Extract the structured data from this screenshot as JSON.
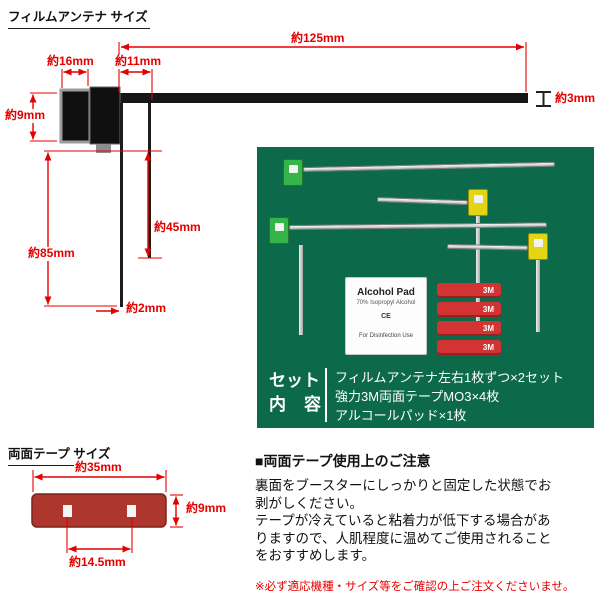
{
  "film_section": {
    "title": "フィルムアンテナ サイズ",
    "dim_total_width": "約125mm",
    "dim_pad_width": "約16mm",
    "dim_segment_width": "約11mm",
    "dim_pad_height": "約9mm",
    "dim_bar_thickness": "約3mm",
    "dim_element_short": "約45mm",
    "dim_element_long": "約85mm",
    "dim_element_width": "約2mm"
  },
  "set_panel": {
    "label_line1": "セット",
    "label_line2": "内容",
    "items": [
      "フィルムアンテナ左右1枚ずつ×2セット",
      "強力3M両面テープMO3×4枚",
      "アルコールパッド×1枚"
    ],
    "alcohol_pad": {
      "title": "Alcohol Pad",
      "subtitle": "70% Isopropyl Alcohol",
      "mark": "CE",
      "footer": "For Disinfection Use"
    },
    "tape_label": "3M"
  },
  "tape_section": {
    "title": "両面テープ サイズ",
    "dim_width": "約35mm",
    "dim_height": "約9mm",
    "dim_hole_spacing": "約14.5mm"
  },
  "notes": {
    "heading": "■両面テープ使用上のご注意",
    "body1": "裏面をブースターにしっかりと固定した状態でお剥がしください。",
    "body2": "テープが冷えていると粘着力が低下する場合がありますので、人肌程度に温めてご使用されることをおすすめします。",
    "warning": "※必ず適応機種・サイズ等をご確認の上ご注文くださいませ。"
  },
  "colors": {
    "dimension_red": "#e50000",
    "panel_green": "#0c6a4a",
    "tape_red": "#ad372d",
    "warning_red": "#e50000"
  }
}
